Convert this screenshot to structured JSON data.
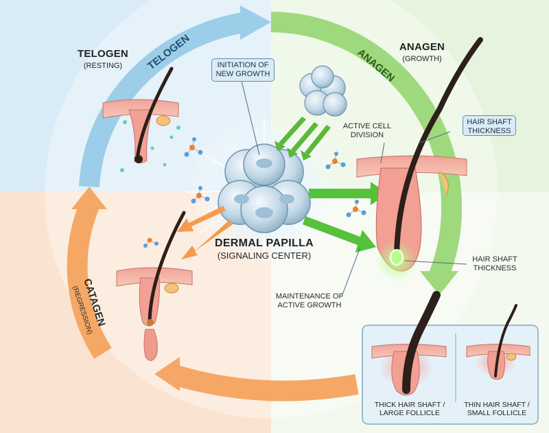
{
  "phases": {
    "telogen": {
      "name": "TELOGEN",
      "sub": "(RESTING)",
      "arc_label": "TELOGEN",
      "color": "#8ec6ea"
    },
    "anagen": {
      "name": "ANAGEN",
      "sub": "(GROWTH)",
      "arc_label": "ANAGEN",
      "color": "#8fd36c"
    },
    "catagen": {
      "arc_label": "CATAGEN",
      "sub": "(REGRESSION)",
      "color": "#f5a259"
    }
  },
  "dermal_papilla": {
    "title": "DERMAL PAPILLA",
    "subtitle": "(SIGNALING CENTER)"
  },
  "callouts": {
    "initiation": "INITIATION OF NEW GROWTH",
    "active_division": "ACTIVE CELL DIVISION",
    "shaft_thickness_box": "HAIR SHAFT THICKNESS",
    "shaft_thickness": "HAIR SHAFT THICKNESS",
    "maintenance": "MAINTENANCE OF ACTIVE GROWTH"
  },
  "comparison": {
    "thick": "THICK HAIR SHAFT / LARGE FOLLICLE",
    "thin": "THIN HAIR SHAFT / SMALL FOLLICLE"
  }
}
